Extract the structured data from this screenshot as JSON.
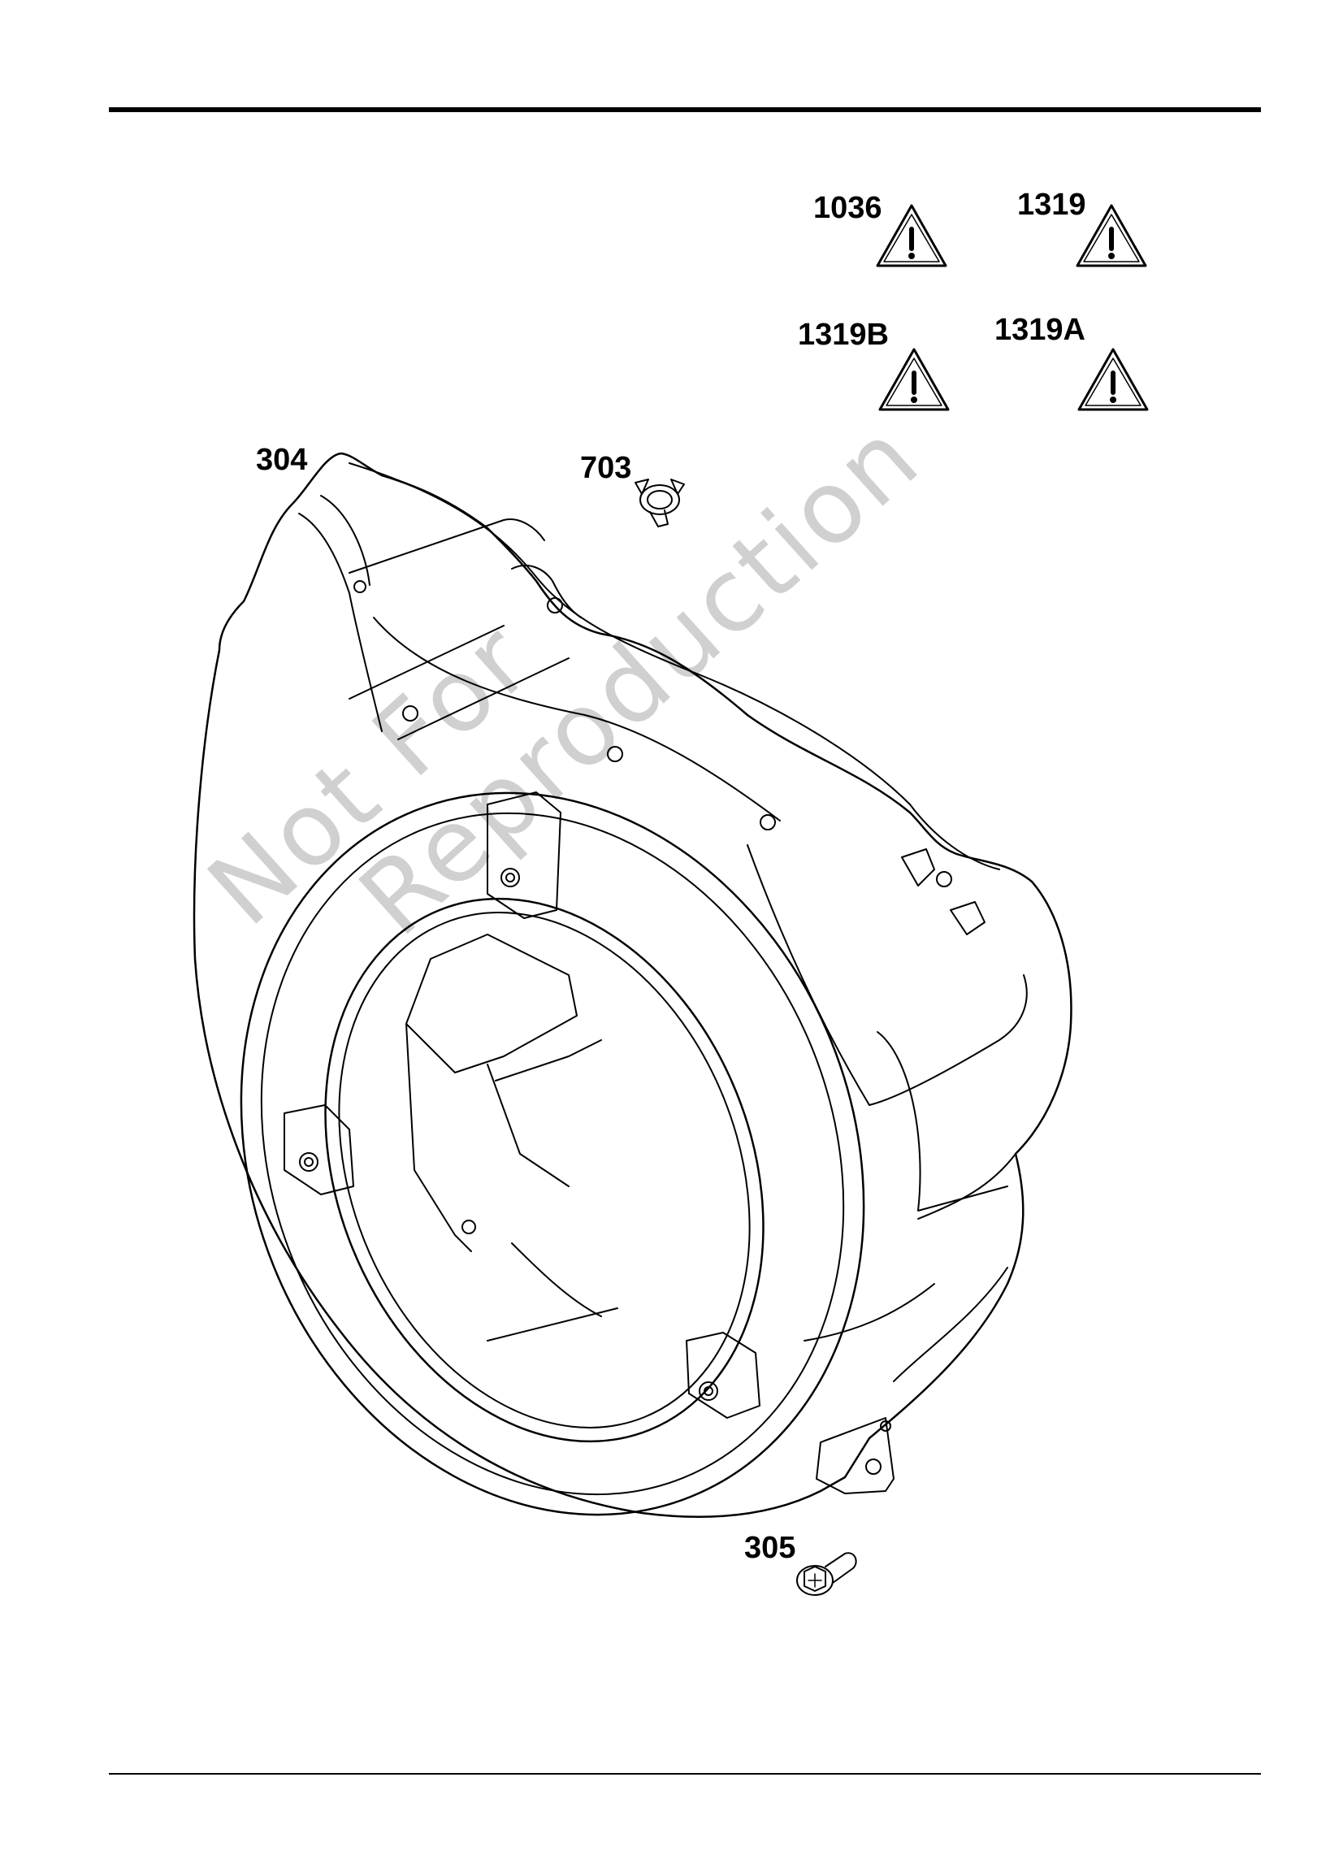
{
  "callouts": {
    "c1036": "1036",
    "c1319": "1319",
    "c1319b": "1319B",
    "c1319a": "1319A",
    "c304": "304",
    "c703": "703",
    "c305": "305"
  },
  "watermark": {
    "line1": "Not For",
    "line2": "Reproduction"
  }
}
